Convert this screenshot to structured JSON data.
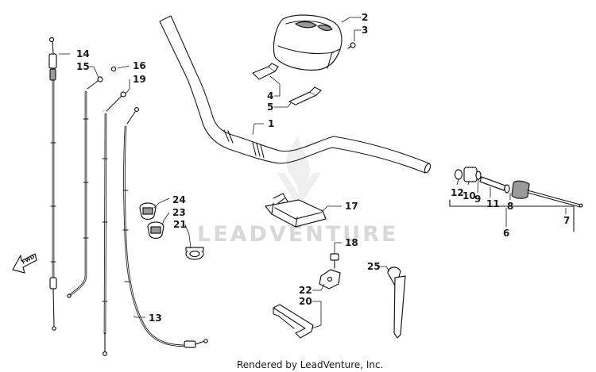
{
  "diagram": {
    "callouts": [
      {
        "id": "c1",
        "label": "1"
      },
      {
        "id": "c2",
        "label": "2"
      },
      {
        "id": "c3",
        "label": "3"
      },
      {
        "id": "c4",
        "label": "4"
      },
      {
        "id": "c5",
        "label": "5"
      },
      {
        "id": "c6",
        "label": "6"
      },
      {
        "id": "c7",
        "label": "7"
      },
      {
        "id": "c8",
        "label": "8"
      },
      {
        "id": "c9",
        "label": "9"
      },
      {
        "id": "c10",
        "label": "10"
      },
      {
        "id": "c11",
        "label": "11"
      },
      {
        "id": "c12",
        "label": "12"
      },
      {
        "id": "c13",
        "label": "13"
      },
      {
        "id": "c14",
        "label": "14"
      },
      {
        "id": "c15",
        "label": "15"
      },
      {
        "id": "c16",
        "label": "16"
      },
      {
        "id": "c17",
        "label": "17"
      },
      {
        "id": "c18",
        "label": "18"
      },
      {
        "id": "c19",
        "label": "19"
      },
      {
        "id": "c20",
        "label": "20"
      },
      {
        "id": "c21",
        "label": "21"
      },
      {
        "id": "c22",
        "label": "22"
      },
      {
        "id": "c23",
        "label": "23"
      },
      {
        "id": "c24",
        "label": "24"
      },
      {
        "id": "c25",
        "label": "25"
      }
    ],
    "direction_marker": "FWD",
    "watermark_text": "LEADVENTURE",
    "footer_text": "Rendered by LeadVenture, Inc."
  }
}
